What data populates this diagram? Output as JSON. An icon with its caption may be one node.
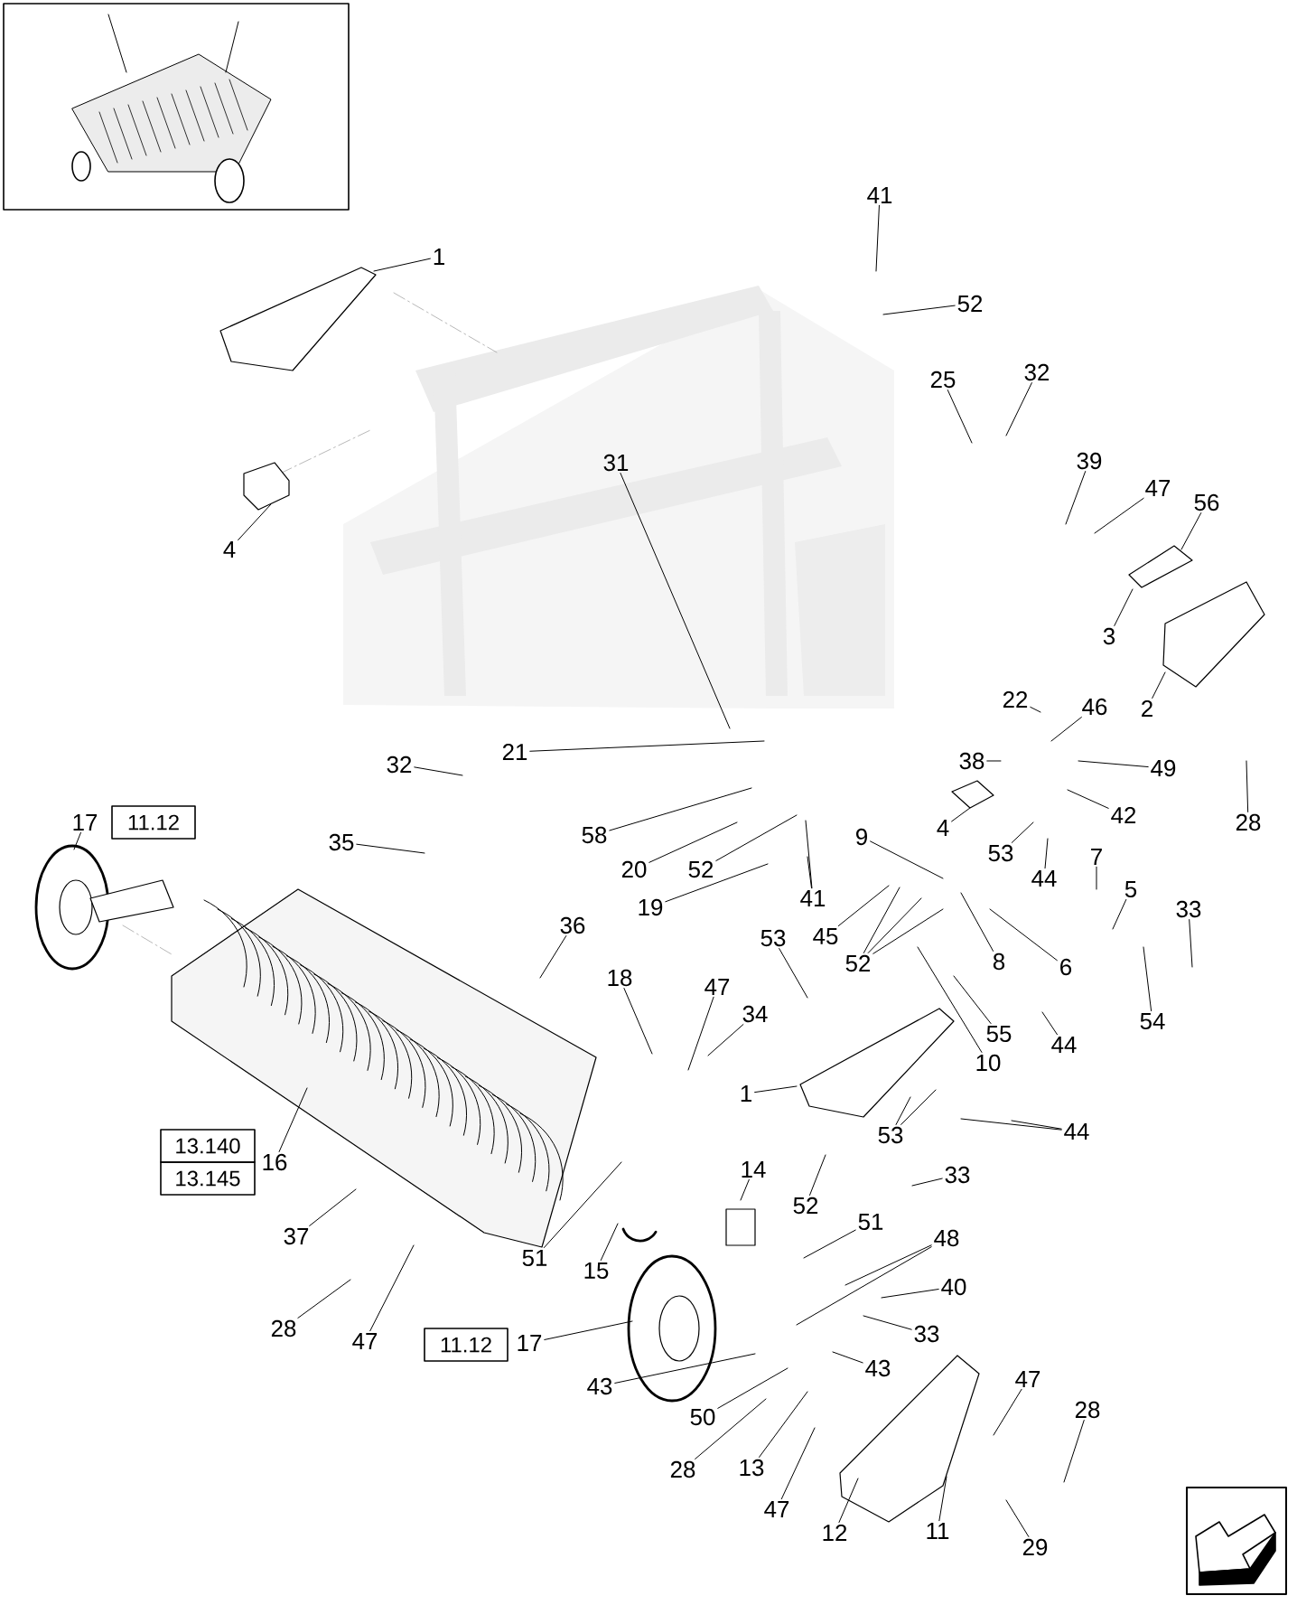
{
  "diagram": {
    "nodes": [
      {
        "text": [
          "41"
        ]
      },
      {
        "text": [
          "1"
        ]
      },
      {
        "text": [
          "52"
        ]
      },
      {
        "text": [
          "32"
        ]
      },
      {
        "text": [
          "25"
        ]
      },
      {
        "text": [
          "31"
        ]
      },
      {
        "text": [
          "39"
        ]
      },
      {
        "text": [
          "47"
        ]
      },
      {
        "text": [
          "56"
        ]
      },
      {
        "text": [
          "4"
        ]
      },
      {
        "text": [
          "3"
        ]
      },
      {
        "text": [
          "22"
        ]
      },
      {
        "text": [
          "2"
        ]
      },
      {
        "text": [
          "46"
        ]
      },
      {
        "text": [
          "21"
        ]
      },
      {
        "text": [
          "38"
        ]
      },
      {
        "text": [
          "49"
        ]
      },
      {
        "text": [
          "32"
        ]
      },
      {
        "text": [
          "42"
        ]
      },
      {
        "text": [
          "28"
        ]
      },
      {
        "text": [
          "17"
        ]
      },
      {
        "text": [
          "11.12"
        ]
      },
      {
        "text": [
          "58"
        ]
      },
      {
        "text": [
          "4"
        ]
      },
      {
        "text": [
          "35"
        ]
      },
      {
        "text": [
          "53"
        ]
      },
      {
        "text": [
          "9"
        ]
      },
      {
        "text": [
          "44"
        ]
      },
      {
        "text": [
          "20"
        ]
      },
      {
        "text": [
          "52"
        ]
      },
      {
        "text": [
          "7"
        ]
      },
      {
        "text": [
          "5"
        ]
      },
      {
        "text": [
          "41"
        ]
      },
      {
        "text": [
          "19"
        ]
      },
      {
        "text": [
          "33"
        ]
      },
      {
        "text": [
          "36"
        ]
      },
      {
        "text": [
          "45"
        ]
      },
      {
        "text": [
          "53"
        ]
      },
      {
        "text": [
          "52"
        ]
      },
      {
        "text": [
          "8"
        ]
      },
      {
        "text": [
          "6"
        ]
      },
      {
        "text": [
          "18"
        ]
      },
      {
        "text": [
          "47"
        ]
      },
      {
        "text": [
          "34"
        ]
      },
      {
        "text": [
          "54"
        ]
      },
      {
        "text": [
          "55"
        ]
      },
      {
        "text": [
          "44"
        ]
      },
      {
        "text": [
          "10"
        ]
      },
      {
        "text": [
          "1"
        ]
      },
      {
        "text": [
          "44"
        ]
      },
      {
        "text": [
          "53"
        ]
      },
      {
        "text": [
          "13.140"
        ]
      },
      {
        "text": [
          "13.145"
        ]
      },
      {
        "text": [
          "16"
        ]
      },
      {
        "text": [
          "14"
        ]
      },
      {
        "text": [
          "33"
        ]
      },
      {
        "text": [
          "52"
        ]
      },
      {
        "text": [
          "37"
        ]
      },
      {
        "text": [
          "51"
        ]
      },
      {
        "text": [
          "48"
        ]
      },
      {
        "text": [
          "51"
        ]
      },
      {
        "text": [
          "15"
        ]
      },
      {
        "text": [
          "40"
        ]
      },
      {
        "text": [
          "28"
        ]
      },
      {
        "text": [
          "47"
        ]
      },
      {
        "text": [
          "11.12"
        ]
      },
      {
        "text": [
          "17"
        ]
      },
      {
        "text": [
          "33"
        ]
      },
      {
        "text": [
          "43"
        ]
      },
      {
        "text": [
          "43"
        ]
      },
      {
        "text": [
          "47"
        ]
      },
      {
        "text": [
          "50"
        ]
      },
      {
        "text": [
          "28"
        ]
      },
      {
        "text": [
          "28"
        ]
      },
      {
        "text": [
          "13"
        ]
      },
      {
        "text": [
          "47"
        ]
      },
      {
        "text": [
          "12"
        ]
      },
      {
        "text": [
          "11"
        ]
      },
      {
        "text": [
          "29"
        ]
      }
    ],
    "edges": [
      {
        "from": 0,
        "to": null,
        "arrow": "none"
      },
      {
        "from": 1,
        "to": null,
        "arrow": "none"
      },
      {
        "from": 2,
        "to": null,
        "arrow": "none"
      },
      {
        "from": 3,
        "to": null,
        "arrow": "none"
      },
      {
        "from": 4,
        "to": null,
        "arrow": "none"
      },
      {
        "from": 5,
        "to": null,
        "arrow": "none"
      },
      {
        "from": 6,
        "to": null,
        "arrow": "none"
      },
      {
        "from": 7,
        "to": null,
        "arrow": "none"
      },
      {
        "from": 8,
        "to": null,
        "arrow": "none"
      },
      {
        "from": 9,
        "to": null,
        "arrow": "none"
      },
      {
        "from": 10,
        "to": null,
        "arrow": "none"
      },
      {
        "from": 11,
        "to": null,
        "arrow": "none"
      },
      {
        "from": 12,
        "to": null,
        "arrow": "none"
      },
      {
        "from": 13,
        "to": null,
        "arrow": "none"
      },
      {
        "from": 14,
        "to": null,
        "arrow": "none"
      },
      {
        "from": 15,
        "to": null,
        "arrow": "none"
      },
      {
        "from": 16,
        "to": null,
        "arrow": "none"
      },
      {
        "from": 17,
        "to": null,
        "arrow": "none"
      },
      {
        "from": 18,
        "to": null,
        "arrow": "none"
      },
      {
        "from": 19,
        "to": null,
        "arrow": "none"
      },
      {
        "from": 20,
        "to": null,
        "arrow": "none"
      },
      {
        "from": 22,
        "to": null,
        "arrow": "none"
      },
      {
        "from": 23,
        "to": null,
        "arrow": "none"
      },
      {
        "from": 24,
        "to": null,
        "arrow": "none"
      },
      {
        "from": 25,
        "to": null,
        "arrow": "none"
      },
      {
        "from": 26,
        "to": null,
        "arrow": "none"
      },
      {
        "from": 27,
        "to": null,
        "arrow": "none"
      },
      {
        "from": 28,
        "to": null,
        "arrow": "none"
      },
      {
        "from": 29,
        "to": null,
        "arrow": "none"
      },
      {
        "from": 30,
        "to": null,
        "arrow": "none"
      },
      {
        "from": 31,
        "to": null,
        "arrow": "none"
      },
      {
        "from": 32,
        "to": null,
        "arrow": "none"
      },
      {
        "from": 32,
        "to": null,
        "arrow": "none"
      },
      {
        "from": 33,
        "to": null,
        "arrow": "none"
      },
      {
        "from": 34,
        "to": null,
        "arrow": "none"
      },
      {
        "from": 35,
        "to": null,
        "arrow": "none"
      },
      {
        "from": 36,
        "to": null,
        "arrow": "none"
      },
      {
        "from": 37,
        "to": null,
        "arrow": "none"
      },
      {
        "from": 38,
        "to": null,
        "arrow": "none"
      },
      {
        "from": 38,
        "to": null,
        "arrow": "none"
      },
      {
        "from": 38,
        "to": null,
        "arrow": "none"
      },
      {
        "from": 39,
        "to": null,
        "arrow": "none"
      },
      {
        "from": 40,
        "to": null,
        "arrow": "none"
      },
      {
        "from": 41,
        "to": null,
        "arrow": "none"
      },
      {
        "from": 42,
        "to": null,
        "arrow": "none"
      },
      {
        "from": 43,
        "to": null,
        "arrow": "none"
      },
      {
        "from": 44,
        "to": null,
        "arrow": "none"
      },
      {
        "from": 45,
        "to": null,
        "arrow": "none"
      },
      {
        "from": 46,
        "to": null,
        "arrow": "none"
      },
      {
        "from": 47,
        "to": null,
        "arrow": "none"
      },
      {
        "from": 48,
        "to": null,
        "arrow": "none"
      },
      {
        "from": 49,
        "to": null,
        "arrow": "none"
      },
      {
        "from": 49,
        "to": null,
        "arrow": "none"
      },
      {
        "from": 50,
        "to": null,
        "arrow": "none"
      },
      {
        "from": 50,
        "to": null,
        "arrow": "none"
      },
      {
        "from": 53,
        "to": null,
        "arrow": "none"
      },
      {
        "from": 54,
        "to": null,
        "arrow": "none"
      },
      {
        "from": 55,
        "to": null,
        "arrow": "none"
      },
      {
        "from": 56,
        "to": null,
        "arrow": "none"
      },
      {
        "from": 57,
        "to": null,
        "arrow": "none"
      },
      {
        "from": 58,
        "to": null,
        "arrow": "none"
      },
      {
        "from": 59,
        "to": null,
        "arrow": "none"
      },
      {
        "from": 59,
        "to": null,
        "arrow": "none"
      },
      {
        "from": 60,
        "to": null,
        "arrow": "none"
      },
      {
        "from": 61,
        "to": null,
        "arrow": "none"
      },
      {
        "from": 62,
        "to": null,
        "arrow": "none"
      },
      {
        "from": 63,
        "to": null,
        "arrow": "none"
      },
      {
        "from": 64,
        "to": null,
        "arrow": "none"
      },
      {
        "from": 66,
        "to": null,
        "arrow": "none"
      },
      {
        "from": 67,
        "to": null,
        "arrow": "none"
      },
      {
        "from": 68,
        "to": null,
        "arrow": "none"
      },
      {
        "from": 69,
        "to": null,
        "arrow": "none"
      },
      {
        "from": 70,
        "to": null,
        "arrow": "none"
      },
      {
        "from": 71,
        "to": null,
        "arrow": "none"
      },
      {
        "from": 72,
        "to": null,
        "arrow": "none"
      },
      {
        "from": 73,
        "to": null,
        "arrow": "none"
      },
      {
        "from": 74,
        "to": null,
        "arrow": "none"
      },
      {
        "from": 75,
        "to": null,
        "arrow": "none"
      },
      {
        "from": 76,
        "to": null,
        "arrow": "none"
      },
      {
        "from": 77,
        "to": null,
        "arrow": "none"
      },
      {
        "from": 78,
        "to": null,
        "arrow": "none"
      }
    ]
  }
}
